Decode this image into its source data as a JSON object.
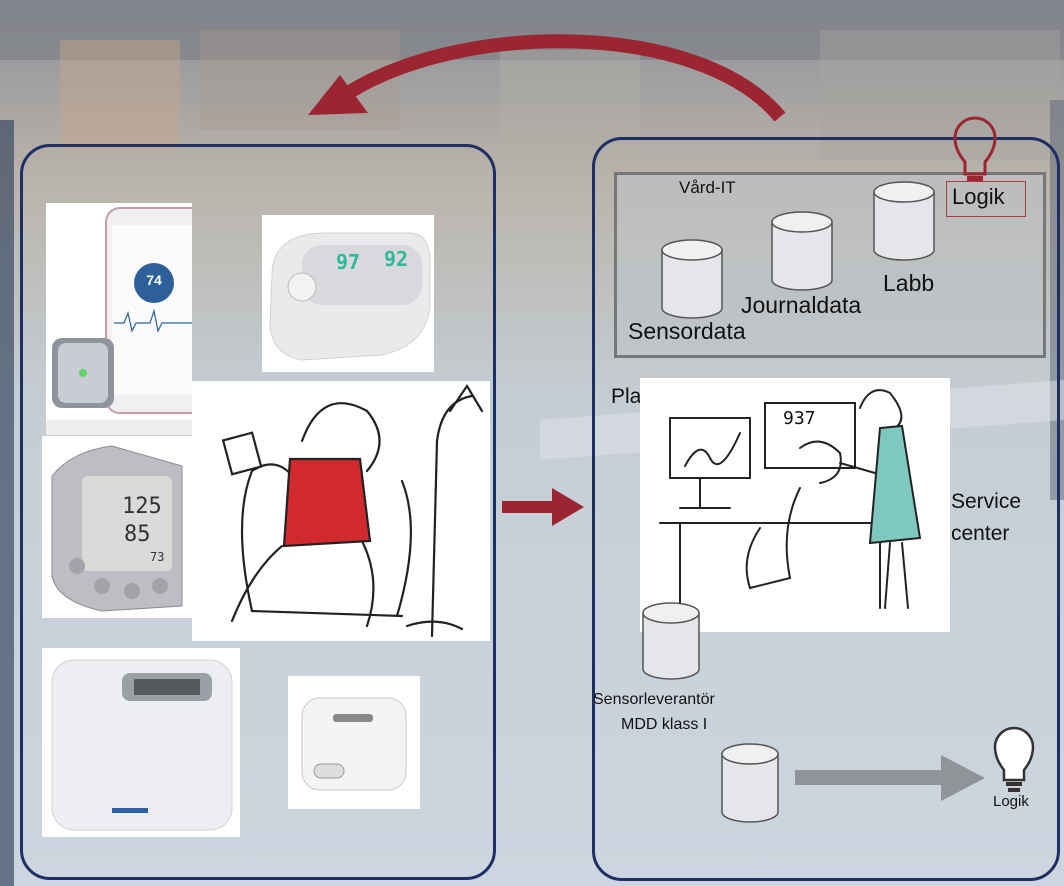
{
  "it_box": {
    "title": "Vård-IT",
    "logic_label": "Logik",
    "sensordata_label": "Sensordata",
    "journaldata_label": "Journaldata",
    "labb_label": "Labb"
  },
  "platform_label": "Plattform",
  "service_center_label": "Service\ncenter",
  "supplier": {
    "line1": "Sensorleverantör",
    "line2": "MDD klass I"
  },
  "bottom_logic_label": "Logik",
  "devices": {
    "phone_reading": "74",
    "oximeter_readings": [
      "97",
      "92"
    ],
    "bp_readings": [
      "125",
      "85",
      "73"
    ],
    "sketch_screen_value": "937"
  },
  "colors": {
    "panel_border": "#1d2f63",
    "arrow": "#9c2532",
    "bulb_red": "#9c2532",
    "sweater": "#d02a2f",
    "coat": "#7fc8c0"
  }
}
